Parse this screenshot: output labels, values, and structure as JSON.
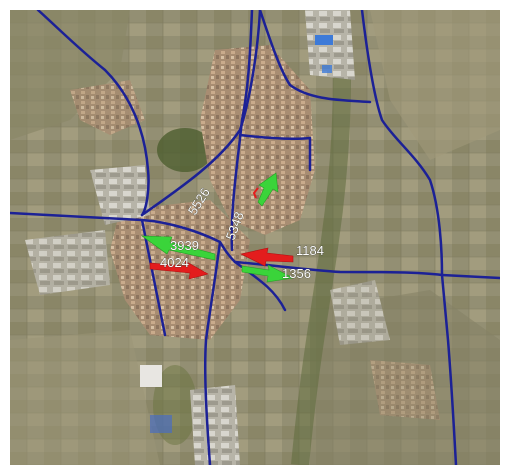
{
  "map": {
    "colors": {
      "road": "#1c2196",
      "arrow_green": "#3ad43a",
      "arrow_red": "#e31d1d",
      "label": "#ffffff",
      "terrain": "#8d8a6c",
      "urban": "#b39a7c"
    },
    "flow_labels": [
      {
        "id": "n-inbound",
        "text": "5526"
      },
      {
        "id": "n-outbound",
        "text": "5348"
      },
      {
        "id": "w-outbound",
        "text": "3939"
      },
      {
        "id": "w-inbound",
        "text": "4024"
      },
      {
        "id": "e-inbound",
        "text": "1184"
      },
      {
        "id": "e-outbound",
        "text": "1356"
      }
    ]
  }
}
